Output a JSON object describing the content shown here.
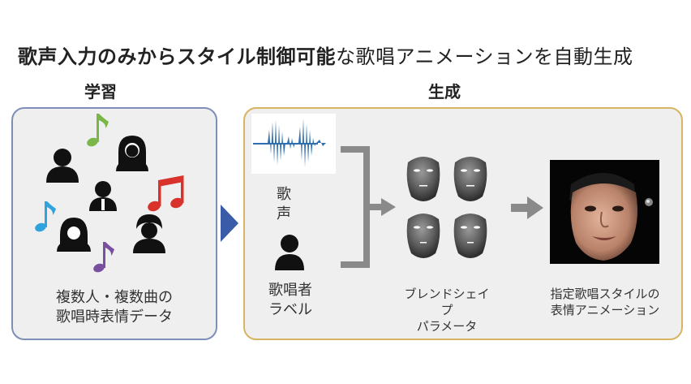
{
  "headline": {
    "part1": "歌声入力のみから",
    "part2": "スタイル制御可能",
    "part3": "な歌唱アニメーションを自動生成"
  },
  "learning": {
    "title": "学習",
    "caption_line1": "複数人・複数曲の",
    "caption_line2": "歌唱時表情データ"
  },
  "generation": {
    "title": "生成",
    "voice_label_1": "歌",
    "voice_label_2": "声",
    "singer_label_1": "歌唱者",
    "singer_label_2": "ラベル",
    "blendshape_line1": "ブレンドシェイ",
    "blendshape_line2": "プ",
    "blendshape_line3": "パラメータ",
    "output_line1": "指定歌唱スタイルの",
    "output_line2": "表情アニメーション"
  },
  "colors": {
    "learning_border": "#7d8fb7",
    "generation_border": "#d7b460",
    "big_arrow": "#3a5ba8",
    "gray_arrow": "#8a8a8a",
    "note_green": "#7ab648",
    "note_blue": "#2fa3de",
    "note_red": "#d9312b",
    "note_purple": "#7a4fa0",
    "waveform": "#2e6faf"
  },
  "icons": [
    "music-note-icon",
    "person-icon",
    "woman-icon",
    "singer-label-person-icon",
    "face-mesh-icon"
  ]
}
